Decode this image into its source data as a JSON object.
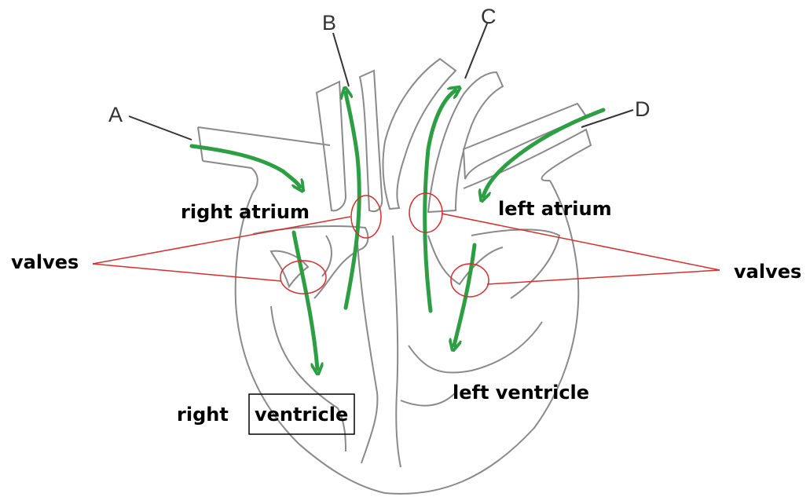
{
  "letters": {
    "a": "A",
    "b": "B",
    "c": "C",
    "d": "D"
  },
  "labels": {
    "right_atrium": "right atrium",
    "left_atrium": "left atrium",
    "right_ventricle_1": "right",
    "right_ventricle_2": "ventricle",
    "left_ventricle": "left ventricle",
    "valves_left": "valves",
    "valves_right": "valves"
  },
  "colors": {
    "outline": "#8a8a8a",
    "arrow": "#2e9e44",
    "valve": "#d32f2f",
    "text": "#000000"
  }
}
